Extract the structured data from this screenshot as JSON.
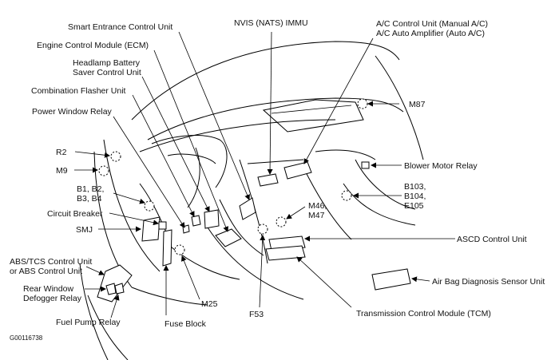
{
  "labels": {
    "smart_entrance": "Smart Entrance Control Unit",
    "nvis": "NVIS (NATS) IMMU",
    "ac_control_1": "A/C Control Unit (Manual A/C)",
    "ac_control_2": "A/C Auto Amplifier (Auto A/C)",
    "ecm": "Engine Control Module (ECM)",
    "headlamp_1": "Headlamp Battery",
    "headlamp_2": "Saver Control Unit",
    "combination_flasher": "Combination Flasher Unit",
    "m87": "M87",
    "power_window_relay": "Power Window Relay",
    "r2": "R2",
    "blower_motor_relay": "Blower Motor Relay",
    "m9": "M9",
    "b1_b2": "B1, B2,",
    "b3_b4": "B3, B4",
    "b103": "B103,",
    "b104": "B104,",
    "e105": "E105",
    "m46": "M46,",
    "m47": "M47",
    "circuit_breaker": "Circuit Breaker",
    "smj": "SMJ",
    "ascd": "ASCD Control Unit",
    "abs_1": "ABS/TCS Control Unit",
    "abs_2": "or ABS Control Unit",
    "air_bag": "Air Bag Diagnosis Sensor Unit",
    "rear_window_1": "Rear Window",
    "rear_window_2": "Defogger Relay",
    "m25": "M25",
    "f53": "F53",
    "tcm": "Transmission Control Module (TCM)",
    "fuel_pump": "Fuel Pump Relay",
    "fuse_block": "Fuse Block",
    "figure_code": "G00116738"
  }
}
